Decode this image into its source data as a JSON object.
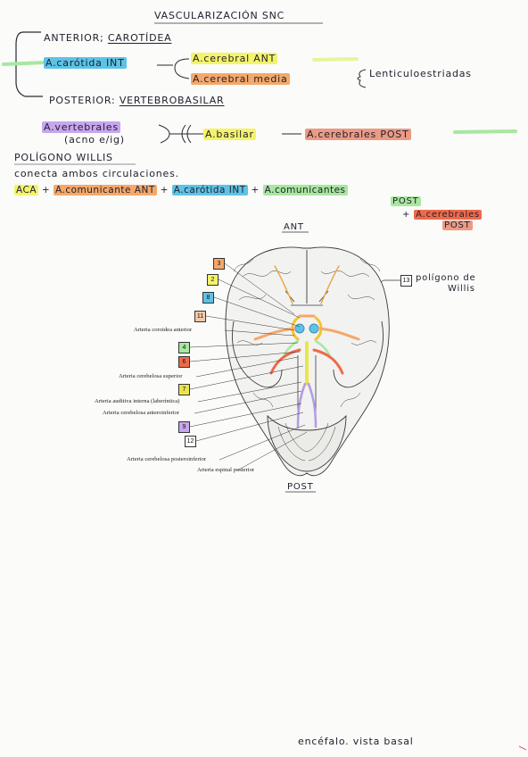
{
  "title": "VASCULARIZACIÓN SNC",
  "anterior_label": "ANTERIOR",
  "carotidea_label": "CAROTÍDEA",
  "carotida_int": "A.carótida INT",
  "cerebral_ant": "A.cerebral ANT",
  "cerebral_media": "A.cerebral media",
  "lenticuloestriadas": "Lenticuloestriadas",
  "posterior_label": "POSTERIOR",
  "vertebrobasilar": "VERTEBROBASILAR",
  "vertebrales": "A.vertebrales",
  "vertebrales_note": "(acno e/ig)",
  "basilar": "A.basilar",
  "cerebrales_post": "A.cerebrales POST",
  "poligono_title": "POLÍGONO WILLIS",
  "poligono_desc": "conecta ambos circulaciones.",
  "formula": {
    "aca": "ACA",
    "comunicante_ant": "A.comunicante ANT",
    "carotida_int": "A.carótida INT",
    "comunicantes_post": "A.comunicantes",
    "comunicantes_post_2": "POST",
    "cerebrales_post": "A.cerebrales",
    "cerebrales_post_2": "POST",
    "plus": "+"
  },
  "figure": {
    "ant_label": "ANT",
    "post_label": "POST",
    "poligono_note_1": "polígono de",
    "poligono_note_2": "Willis",
    "box_numbers": [
      "3",
      "2",
      "8",
      "11",
      "4",
      "6",
      "7",
      "9",
      "12",
      "13"
    ],
    "printed_labels": [
      "Arteria coroidea anterior",
      "Arteria cerebelosa superior",
      "Arteria auditiva interna (laberíntica)",
      "Arteria cerebelosa anteroinferior",
      "Arteria cerebelosa posteroinferior",
      "Arteria espinal posterior"
    ]
  },
  "footer": "encéfalo. vista basal",
  "colors": {
    "blue": "#5dc3e6",
    "yellow": "#f4f36a",
    "orange": "#f5a86a",
    "purple": "#c8a6ee",
    "salmon": "#ec9a84",
    "green": "#a8e7a0",
    "red": "#ef6a4a"
  }
}
